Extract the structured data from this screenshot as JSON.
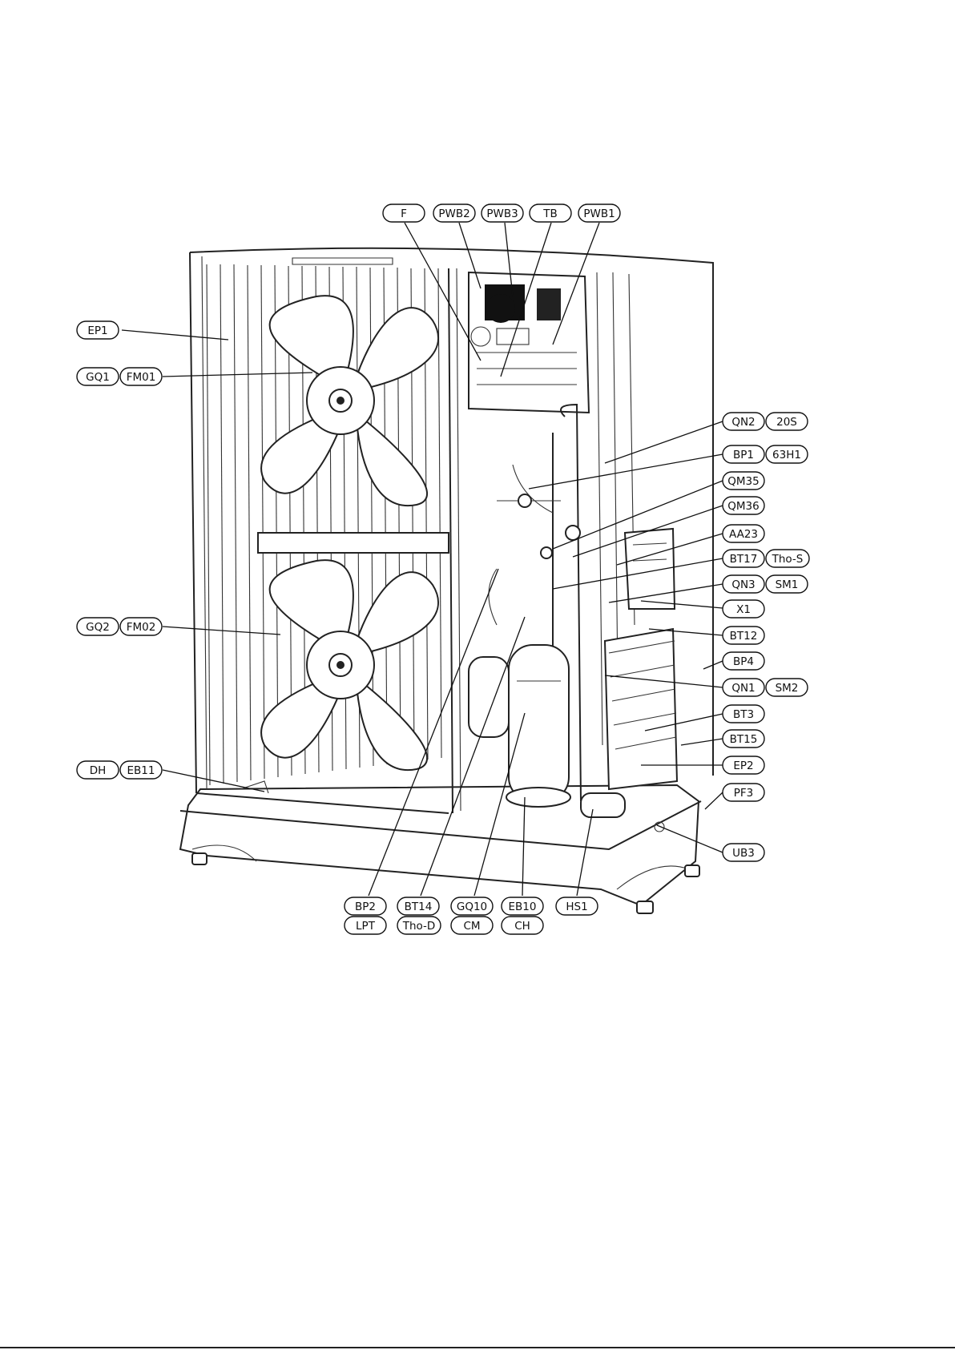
{
  "labels": {
    "F": "F",
    "PWB2": "PWB2",
    "PWB3": "PWB3",
    "TB": "TB",
    "PWB1": "PWB1",
    "EP1": "EP1",
    "GQ1": "GQ1",
    "FM01": "FM01",
    "QN2": "QN2",
    "20S": "20S",
    "BP1": "BP1",
    "63H1": "63H1",
    "QM35": "QM35",
    "QM36": "QM36",
    "AA23": "AA23",
    "BT17": "BT17",
    "Tho-S": "Tho-S",
    "QN3": "QN3",
    "SM1": "SM1",
    "X1": "X1",
    "GQ2": "GQ2",
    "FM02": "FM02",
    "BT12": "BT12",
    "BP4": "BP4",
    "QN1": "QN1",
    "SM2": "SM2",
    "BT3": "BT3",
    "BT15": "BT15",
    "DH": "DH",
    "EB11": "EB11",
    "EP2": "EP2",
    "PF3": "PF3",
    "UB3": "UB3",
    "BP2": "BP2",
    "LPT": "LPT",
    "BT14": "BT14",
    "Tho-D": "Tho-D",
    "GQ10": "GQ10",
    "CM": "CM",
    "EB10": "EB10",
    "CH": "CH",
    "HS1": "HS1"
  }
}
